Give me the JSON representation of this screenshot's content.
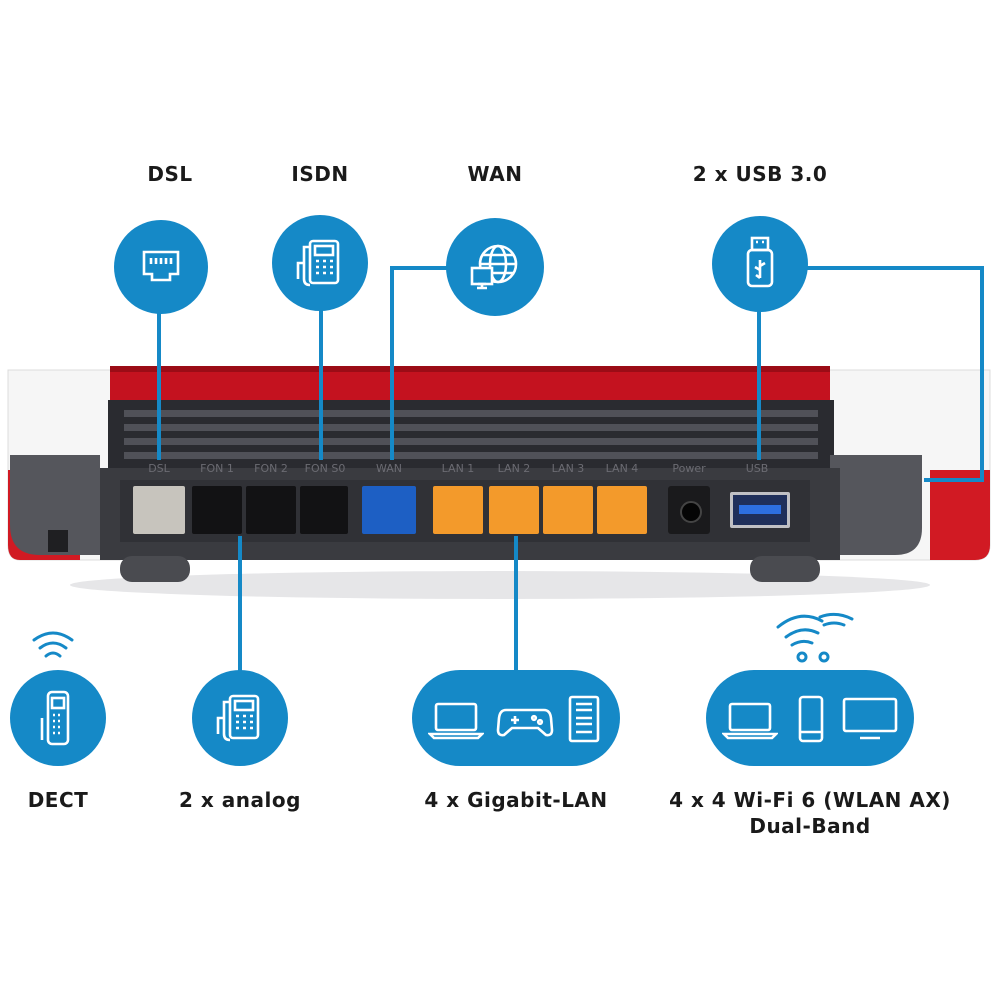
{
  "labels": {
    "dsl": "DSL",
    "isdn": "ISDN",
    "wan": "WAN",
    "usb": "2 x USB 3.0",
    "dect": "DECT",
    "analog": "2 x analog",
    "gigabit_lan": "4 x Gigabit-LAN",
    "wifi_line1": "4 x 4 Wi-Fi 6 (WLAN AX)",
    "wifi_line2": "Dual-Band"
  },
  "router_ports": {
    "dsl": "DSL",
    "fon1": "FON 1",
    "fon2": "FON 2",
    "fon_s0": "FON S0",
    "wan": "WAN",
    "lan1": "LAN 1",
    "lan2": "LAN 2",
    "lan3": "LAN 3",
    "lan4": "LAN 4",
    "power": "Power",
    "usb": "USB"
  },
  "colors": {
    "accent": "#1589c7",
    "router_red": "#c4121f",
    "router_dark": "#3a3b40",
    "lan_orange": "#f39a2b",
    "wan_blue": "#1d5fc4"
  }
}
